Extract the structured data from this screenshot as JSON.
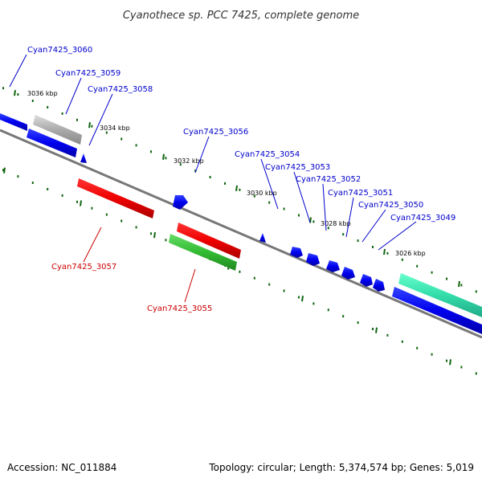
{
  "title": "Cyanothece sp. PCC 7425, complete genome",
  "footer": {
    "accession": "Accession: NC_011884",
    "topology": "Topology: circular; Length: 5,374,574 bp; Genes: 5,019"
  },
  "scale_labels": [
    "3036 kbp",
    "3034 kbp",
    "3032 kbp",
    "3030 kbp",
    "3028 kbp",
    "3026 kbp"
  ],
  "genes": [
    {
      "name": "Cyan7425_3060",
      "color": "#0000cc"
    },
    {
      "name": "Cyan7425_3059",
      "color": "#0000cc"
    },
    {
      "name": "Cyan7425_3058",
      "color": "#0000cc"
    },
    {
      "name": "Cyan7425_3057",
      "color": "#cc0000"
    },
    {
      "name": "Cyan7425_3056",
      "color": "#0000cc"
    },
    {
      "name": "Cyan7425_3055",
      "color": "#cc0000"
    },
    {
      "name": "Cyan7425_3054",
      "color": "#0000cc"
    },
    {
      "name": "Cyan7425_3053",
      "color": "#0000cc"
    },
    {
      "name": "Cyan7425_3052",
      "color": "#0000cc"
    },
    {
      "name": "Cyan7425_3051",
      "color": "#0000cc"
    },
    {
      "name": "Cyan7425_3050",
      "color": "#0000cc"
    },
    {
      "name": "Cyan7425_3049",
      "color": "#0000cc"
    }
  ],
  "feature_colors": {
    "forward": "#0000ee",
    "reverse": "#ee0000",
    "rna_green": "#33bb33",
    "teal": "#33ddaa",
    "grey": "#aaaaaa",
    "backbone": "#777777",
    "tick": "#116611"
  }
}
